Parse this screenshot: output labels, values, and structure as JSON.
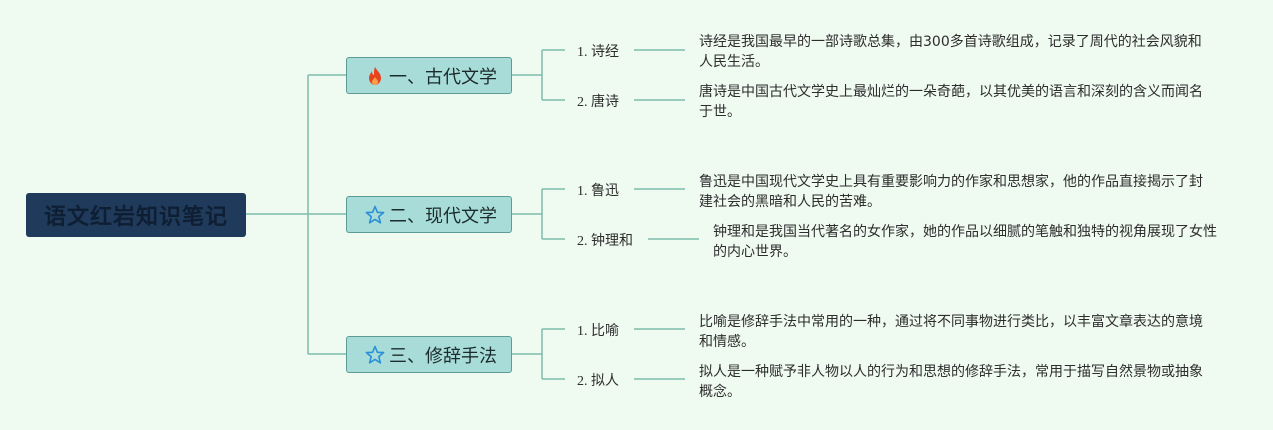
{
  "root": {
    "title": "语文红岩知识笔记"
  },
  "branches": [
    {
      "icon": "fire-icon",
      "label": "一、古代文学",
      "items": [
        {
          "label": "1. 诗经",
          "desc": "诗经是我国最早的一部诗歌总集，由300多首诗歌组成，记录了周代的社会风貌和人民生活。"
        },
        {
          "label": "2. 唐诗",
          "desc": "唐诗是中国古代文学史上最灿烂的一朵奇葩，以其优美的语言和深刻的含义而闻名于世。"
        }
      ]
    },
    {
      "icon": "star-icon",
      "label": "二、现代文学",
      "items": [
        {
          "label": "1. 鲁迅",
          "desc": "鲁迅是中国现代文学史上具有重要影响力的作家和思想家，他的作品直接揭示了封建社会的黑暗和人民的苦难。"
        },
        {
          "label": "2. 钟理和",
          "desc": "钟理和是我国当代著名的女作家，她的作品以细腻的笔触和独特的视角展现了女性的内心世界。"
        }
      ]
    },
    {
      "icon": "star-icon",
      "label": "三、修辞手法",
      "items": [
        {
          "label": "1. 比喻",
          "desc": "比喻是修辞手法中常用的一种，通过将不同事物进行类比，以丰富文章表达的意境和情感。"
        },
        {
          "label": "2. 拟人",
          "desc": "拟人是一种赋予非人物以人的行为和思想的修辞手法，常用于描写自然景物或抽象概念。"
        }
      ]
    }
  ],
  "colors": {
    "background": "#effaf1",
    "root_fill": "#1f3a5b",
    "branch_fill": "#a8dcd9",
    "line": "#7fbcae",
    "fire": "#e8431c",
    "star": "#2a8fd6"
  }
}
